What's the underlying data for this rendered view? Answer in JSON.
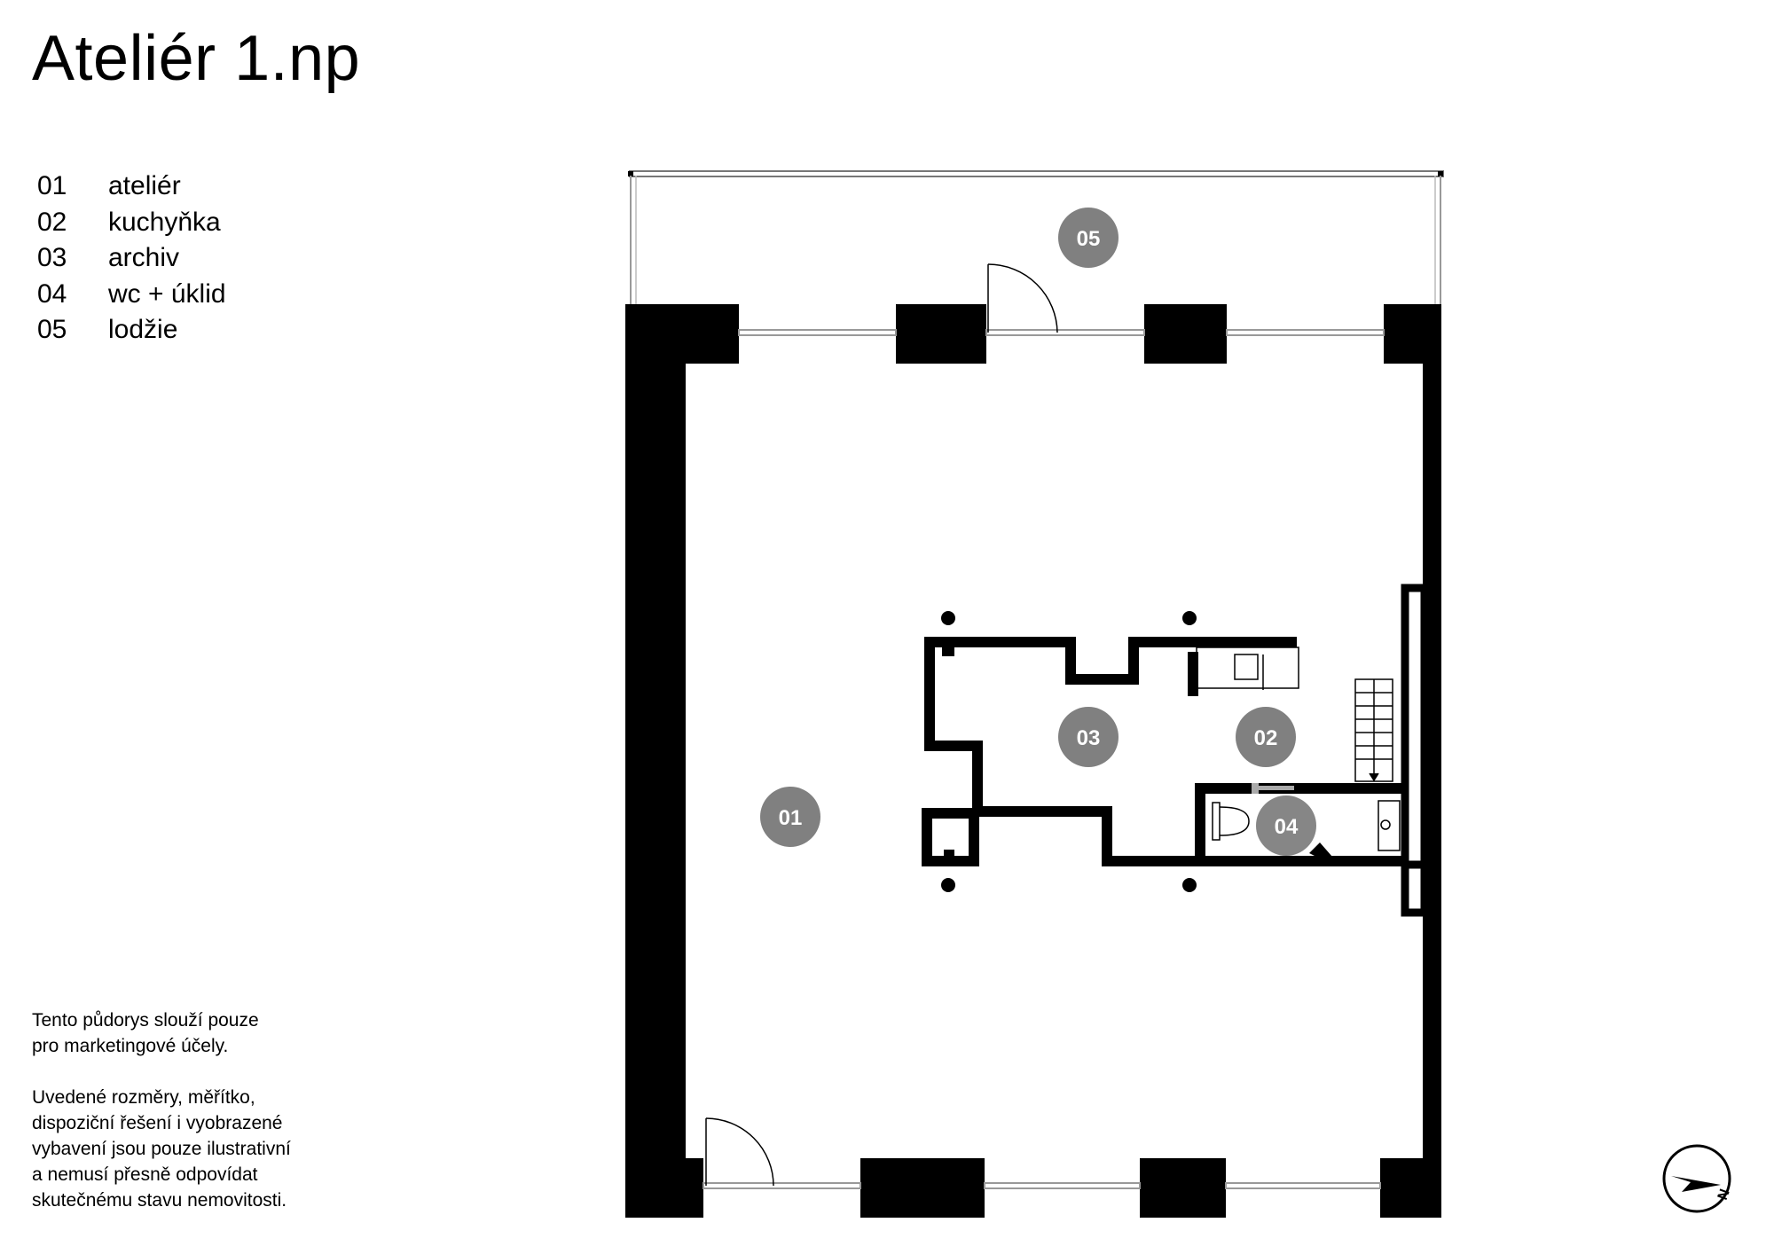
{
  "title": "Ateliér 1.np",
  "legend": [
    {
      "num": "01",
      "label": "ateliér"
    },
    {
      "num": "02",
      "label": "kuchyňka"
    },
    {
      "num": "03",
      "label": "archiv"
    },
    {
      "num": "04",
      "label": "wc + úklid"
    },
    {
      "num": "05",
      "label": "lodžie"
    }
  ],
  "disclaimer": {
    "p1": "Tento půdorys slouží pouze\npro marketingové účely.",
    "p2": "Uvedené rozměry, měřítko,\ndispoziční řešení i vyobrazené\nvybavení jsou pouze ilustrativní\na nemusí přesně odpovídat\nskutečnému stavu nemovitosti."
  },
  "rooms": {
    "r01": "01",
    "r02": "02",
    "r03": "03",
    "r04": "04",
    "r05": "05"
  },
  "compass": {
    "label": "N"
  },
  "colors": {
    "wall": "#000000",
    "marker": "#808080",
    "marker_text": "#ffffff",
    "window": "#9a9a9a"
  }
}
